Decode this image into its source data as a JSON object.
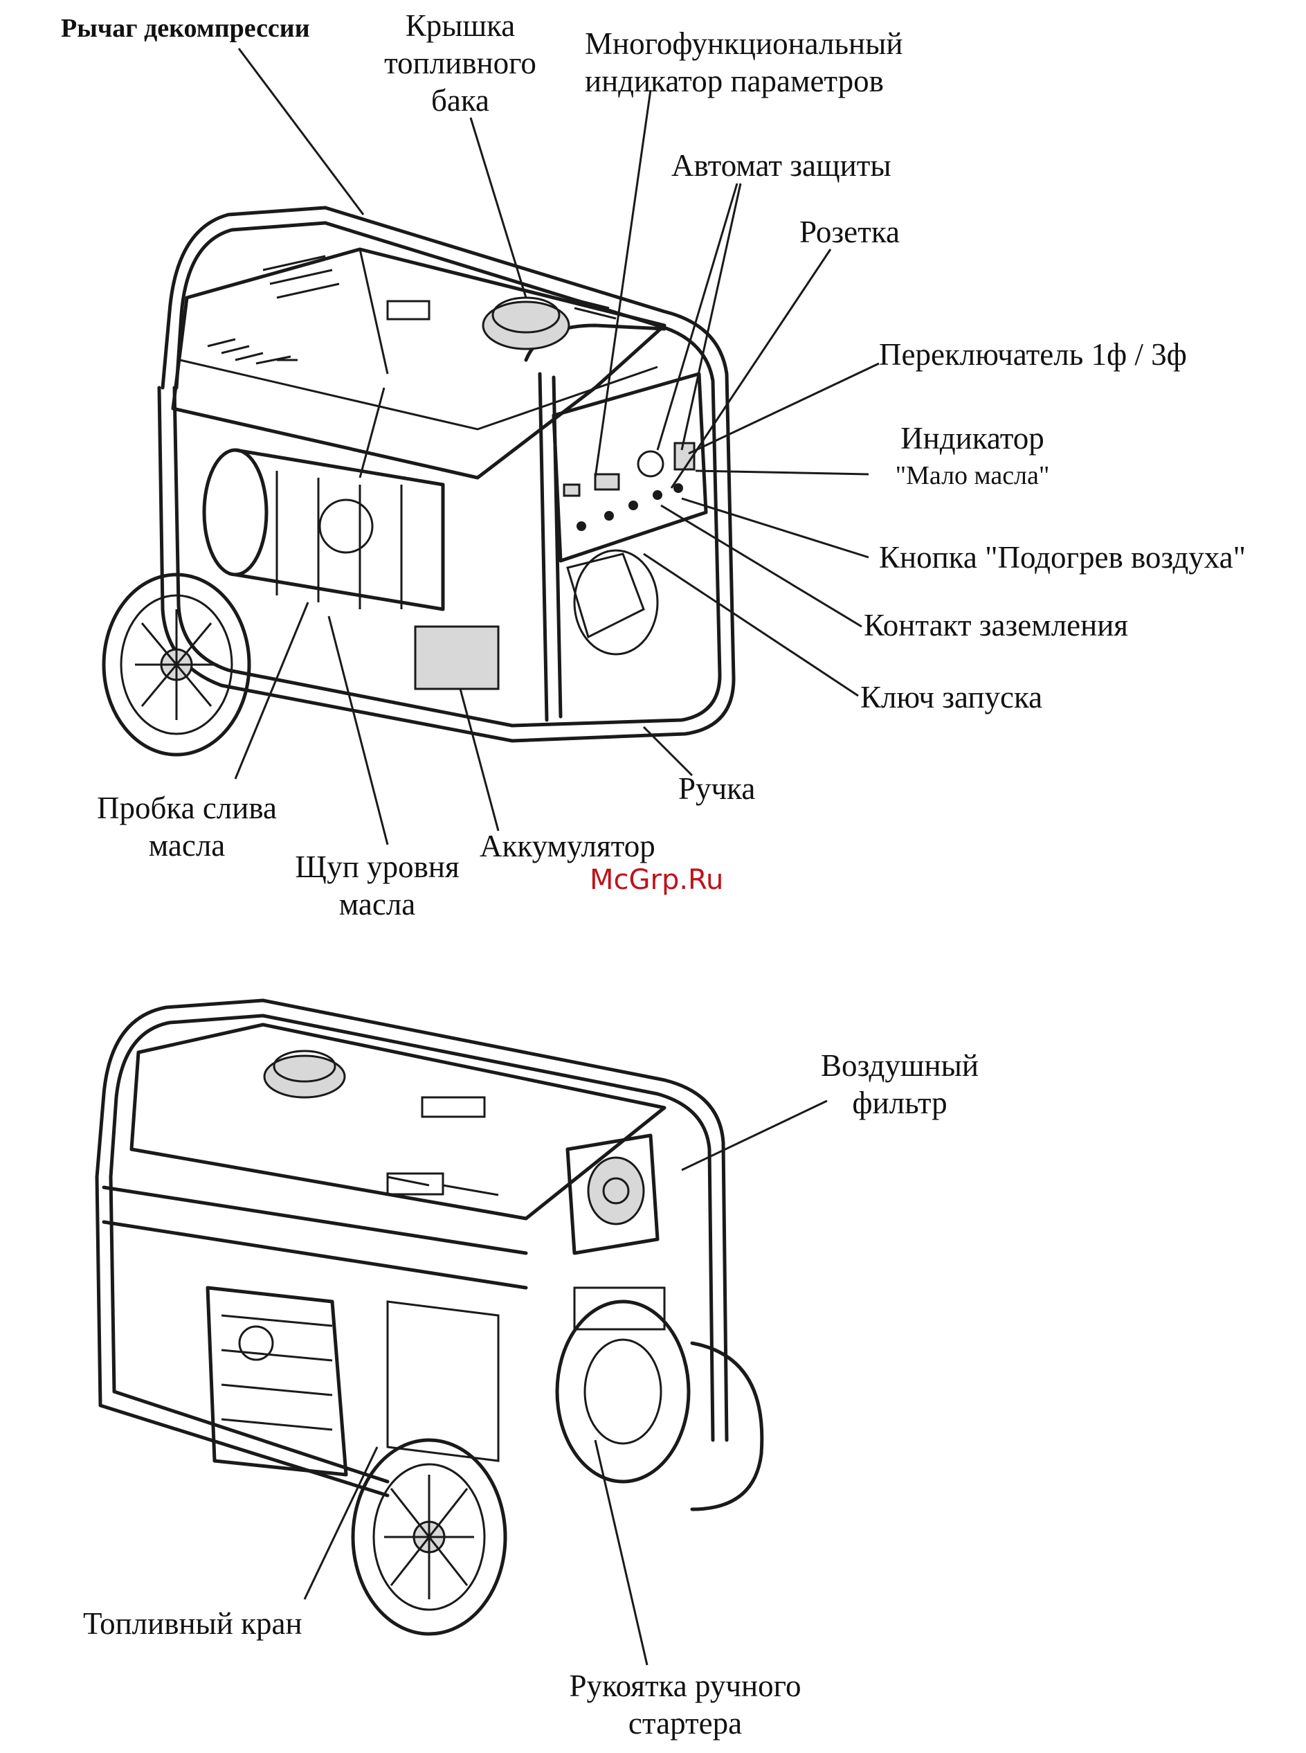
{
  "top_figure": {
    "labels": {
      "decompression_lever": "Рычаг декомпрессии",
      "fuel_cap": [
        "Крышка",
        "топливного",
        "бака"
      ],
      "multi_indicator": [
        "Многофункциональный",
        "индикатор параметров"
      ],
      "circuit_breaker": "Автомат защиты",
      "socket": "Розетка",
      "phase_switch": "Переключатель 1ф / 3ф",
      "low_oil_indicator": [
        "Индикатор",
        "\"Мало масла\""
      ],
      "air_preheat_button": "Кнопка \"Подогрев воздуха\"",
      "ground_terminal": "Контакт заземления",
      "start_key": "Ключ запуска",
      "handle": "Ручка",
      "battery": "Аккумулятор",
      "dipstick": [
        "Щуп уровня",
        "масла"
      ],
      "oil_drain_plug": [
        "Пробка слива",
        "масла"
      ]
    }
  },
  "watermark": "McGrp.Ru",
  "bottom_figure": {
    "labels": {
      "air_filter": [
        "Воздушный",
        "фильтр"
      ],
      "fuel_valve": "Топливный кран",
      "recoil_starter": [
        "Рукоятка ручного",
        "стартера"
      ]
    }
  }
}
